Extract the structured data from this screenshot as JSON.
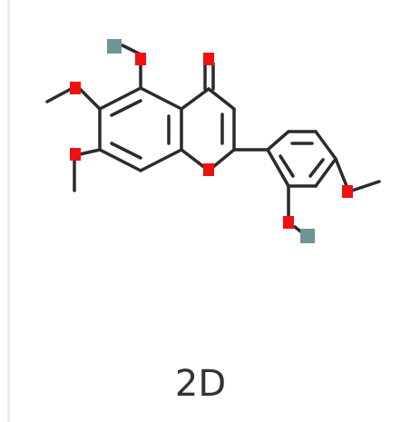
{
  "caption": "2D",
  "colors": {
    "bond": "#2b2b2b",
    "oxygen": "#ee1111",
    "hydrogen": "#6f9596",
    "frame_rule": "#eeeeee"
  },
  "atoms": {
    "oxygen_count": 7,
    "hydrogen_count": 2
  }
}
